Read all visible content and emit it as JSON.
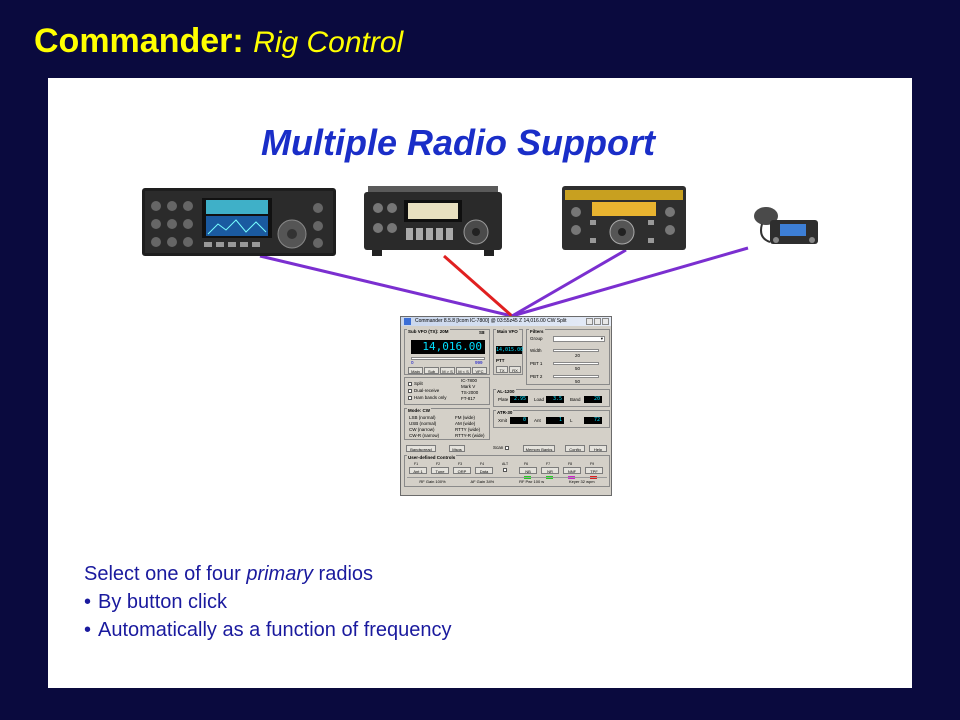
{
  "slide": {
    "title_main": "Commander",
    "title_sep": ": ",
    "title_sub": "Rig Control",
    "heading": "Multiple Radio Support"
  },
  "colors": {
    "background": "#0a0a3e",
    "title": "#ffff00",
    "heading": "#1a2ec8",
    "line_selected": "#e02020",
    "line_other": "#7b2fd0",
    "body_text": "#1a1a9e"
  },
  "radios": [
    {
      "name": "radio-1-icon",
      "selected": false
    },
    {
      "name": "radio-2-icon",
      "selected": true
    },
    {
      "name": "radio-3-icon",
      "selected": false
    },
    {
      "name": "radio-4-icon",
      "selected": false
    }
  ],
  "app": {
    "window_title": "Commander 8.5.8 [Icom IC-7800] @ 03:55z45 Z  14,016.00 CW Split",
    "sub_vfo_label": "Sub VFO (TX): 20M",
    "s_label": "S8",
    "sub_vfo_freq": "14,016.00",
    "scale_low": "0",
    "scale_high": "999",
    "main_vfo_label": "Main VFO",
    "main_vfo_freq": "14,015.00",
    "vfo_buttons": [
      "Main",
      "Sub",
      "M > S",
      "M < S",
      "VFC"
    ],
    "ptt_label": "PTT",
    "ptt_buttons": [
      "TX",
      "RX"
    ],
    "options": [
      "Split",
      "Dual-receive",
      "Ham bands only"
    ],
    "radio_models": [
      "IC-7800",
      "Mark V",
      "TS-2000",
      "FT-817"
    ],
    "mode_label": "Mode: CW",
    "modes_left": [
      "LSB (normal)",
      "USB (normal)",
      "CW (narrow)",
      "CW-R (narrow)"
    ],
    "modes_right": [
      "FM (wide)",
      "AM (wide)",
      "RTTY (wide)",
      "RTTY-R (wide)"
    ],
    "filters_label": "Filters",
    "filter_rows": [
      {
        "label": "Group",
        "value": ""
      },
      {
        "label": "Width",
        "value": "20"
      },
      {
        "label": "PBT 1",
        "value": "50"
      },
      {
        "label": "PBT 2",
        "value": "50"
      }
    ],
    "amp_label": "AL-1200",
    "amp_fields": [
      {
        "label": "Plate",
        "value": "2.95"
      },
      {
        "label": "Load",
        "value": "3.5"
      },
      {
        "label": "Band",
        "value": "20"
      }
    ],
    "tuner_label": "ATR-30",
    "tuner_fields": [
      {
        "label": "Xmit",
        "value": "0"
      },
      {
        "label": "Ant",
        "value": "1"
      },
      {
        "label": "L",
        "value": "72"
      }
    ],
    "bottom_buttons": [
      "Bandspread",
      "Msgs",
      "Scan",
      "Memory Banks",
      "Config",
      "Help"
    ],
    "user_controls_label": "User-defined Controls",
    "fkeys": [
      "F1",
      "F2",
      "F3",
      "F4",
      "ALT",
      "F6",
      "F7",
      "F8",
      "F9"
    ],
    "user_buttons": [
      "Ant 1",
      "Tune",
      "QRP",
      "Data",
      "",
      "NB",
      "NR",
      "NNF",
      "TPF"
    ],
    "status_items": [
      "RF Gain 100%",
      "AF Gain 34%",
      "RF Pwr 100 w",
      "Keyer 32 wpm"
    ]
  },
  "notes": {
    "intro_prefix": "Select one of four ",
    "intro_emphasis": "primary",
    "intro_suffix": " radios",
    "bullet_char": "•",
    "bullets": [
      "By button click",
      "Automatically as a function of frequency"
    ]
  }
}
